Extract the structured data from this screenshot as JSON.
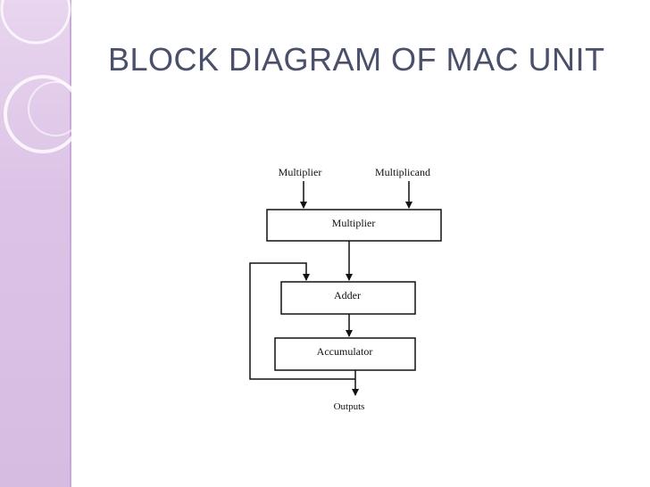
{
  "slide": {
    "title": "BLOCK DIAGRAM OF MAC UNIT"
  },
  "diagram": {
    "inputs": {
      "multiplier": "Multiplier",
      "multiplicand": "Multiplicand"
    },
    "blocks": {
      "multiplier": "Multiplier",
      "adder": "Adder",
      "accumulator": "Accumulator"
    },
    "output": "Outputs"
  },
  "colors": {
    "title": "#4a4f6a",
    "side_band": "#dcc3e6",
    "lines": "#111111"
  }
}
